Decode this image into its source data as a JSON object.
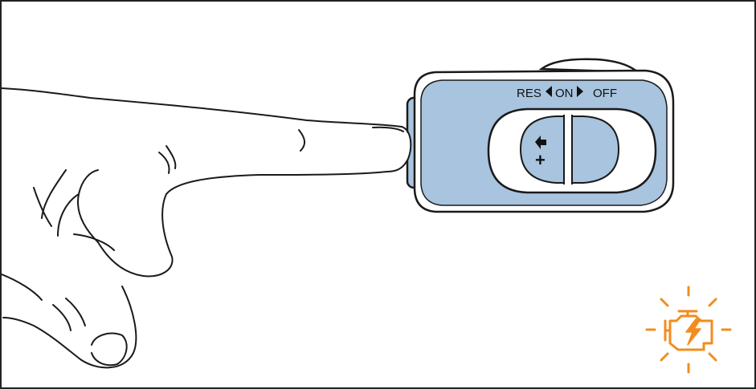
{
  "illustration": {
    "switch": {
      "label_res": "RES",
      "label_on": "ON",
      "label_off": "OFF",
      "plus_symbol": "+",
      "body_color": "#a8c4de",
      "outline_color": "#1a1a1a"
    },
    "warning": {
      "icon": "engine-warning-icon",
      "color": "#f28c1e"
    }
  }
}
